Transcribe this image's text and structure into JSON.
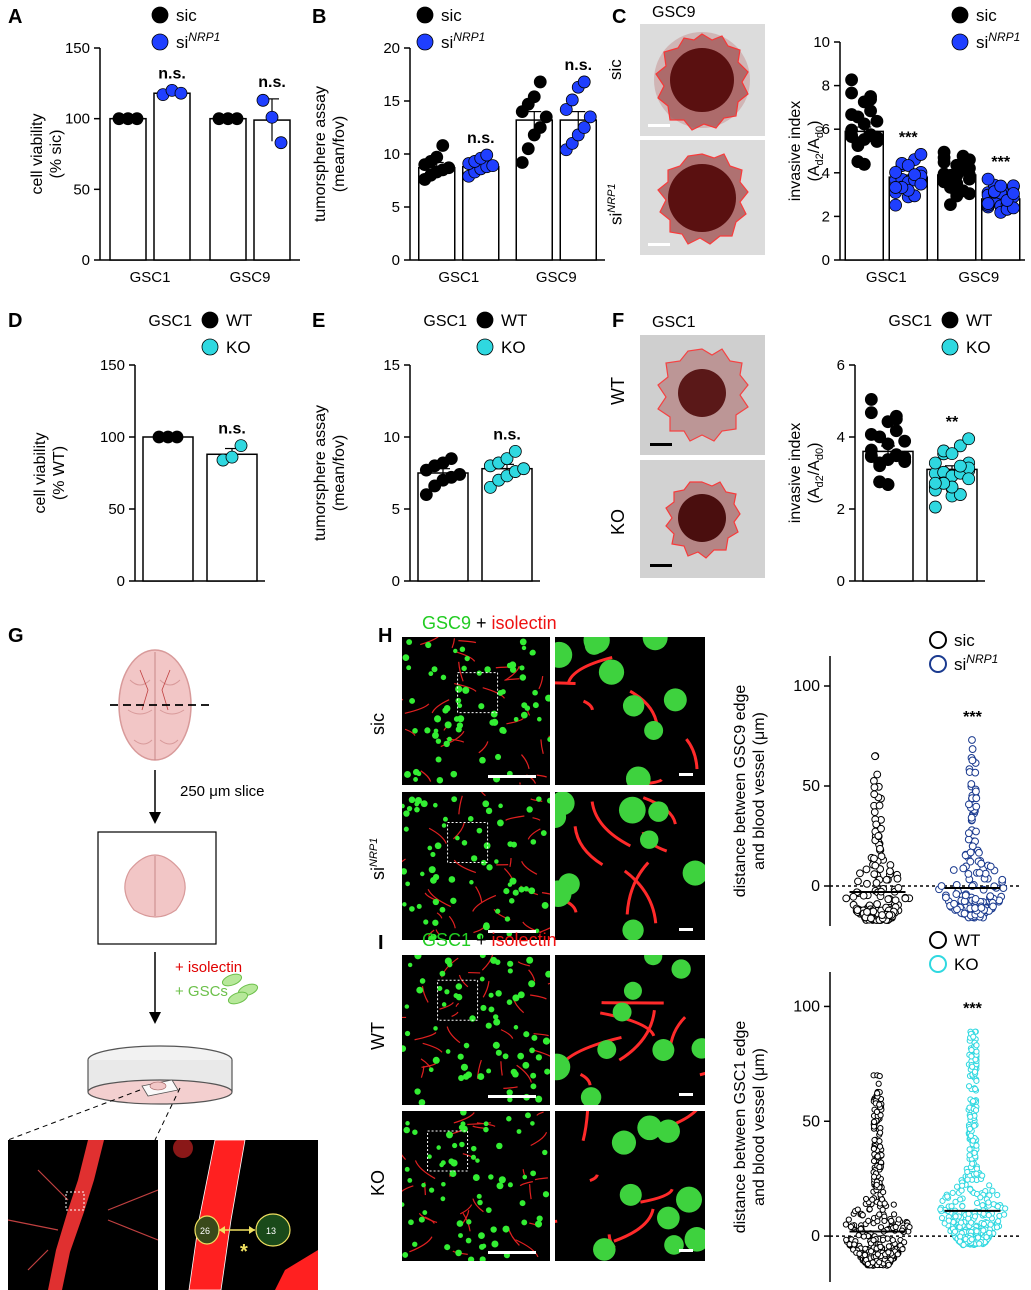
{
  "panels": {
    "A": {
      "letter": "A",
      "ylabel": "cell viability (% sic)",
      "ylabel_lines": [
        "cell viability",
        "(% sic)"
      ],
      "legend": [
        {
          "label": "sic",
          "color": "#000000"
        },
        {
          "label": "si",
          "sup": "NRP1",
          "color": "#1f3fff"
        }
      ],
      "chart_data": {
        "type": "bar",
        "ylim": [
          0,
          150
        ],
        "yticks": [
          0,
          50,
          100,
          150
        ],
        "categories": [
          "GSC1",
          "GSC9"
        ],
        "series": [
          {
            "name": "sic",
            "values": [
              100,
              100
            ],
            "err": [
              0,
              0
            ],
            "points": [
              [
                100,
                100,
                100
              ],
              [
                100,
                100,
                100
              ]
            ]
          },
          {
            "name": "siNRP1",
            "values": [
              118,
              99
            ],
            "err": [
              2,
              15
            ],
            "points": [
              [
                117,
                120,
                118
              ],
              [
                113,
                101,
                83
              ]
            ]
          }
        ],
        "annotations": [
          "n.s.",
          "n.s."
        ]
      }
    },
    "B": {
      "letter": "B",
      "ylabel_lines": [
        "tumorsphere assay",
        "(mean/fov)"
      ],
      "legend": [
        {
          "label": "sic",
          "color": "#000000"
        },
        {
          "label": "si",
          "sup": "NRP1",
          "color": "#1f3fff"
        }
      ],
      "chart_data": {
        "type": "bar",
        "ylim": [
          0,
          20
        ],
        "yticks": [
          0,
          5,
          10,
          15,
          20
        ],
        "categories": [
          "GSC1",
          "GSC9"
        ],
        "series": [
          {
            "name": "sic",
            "values": [
              8.7,
              13.2
            ],
            "err": [
              0.5,
              0.8
            ],
            "points": [
              [
                7.6,
                8.0,
                8.3,
                8.5,
                8.7,
                9.0,
                9.3,
                9.7,
                10.8
              ],
              [
                9.2,
                10.5,
                11.8,
                12.5,
                13.5,
                14.0,
                14.7,
                15.4,
                16.8
              ]
            ]
          },
          {
            "name": "siNRP1",
            "values": [
              8.8,
              13.2
            ],
            "err": [
              0.4,
              0.8
            ],
            "points": [
              [
                7.9,
                8.3,
                8.6,
                8.8,
                8.9,
                9.1,
                9.3,
                9.6,
                9.9
              ],
              [
                10.4,
                11.0,
                11.8,
                12.5,
                13.5,
                14.2,
                15.1,
                16.3,
                16.8
              ]
            ]
          }
        ],
        "annotations": [
          "n.s.",
          "n.s."
        ]
      }
    },
    "C": {
      "letter": "C",
      "image_title": "GSC9",
      "row_labels": [
        {
          "text": "sic"
        },
        {
          "text": "si",
          "sup": "NRP1"
        }
      ],
      "ylabel_lines": [
        "invasive index",
        "(Ad2/Ad0)"
      ],
      "legend": [
        {
          "label": "sic",
          "color": "#000000"
        },
        {
          "label": "si",
          "sup": "NRP1",
          "color": "#1f3fff"
        }
      ],
      "chart_data": {
        "type": "bar",
        "ylim": [
          0,
          10
        ],
        "yticks": [
          0,
          2,
          4,
          6,
          8,
          10
        ],
        "categories": [
          "GSC1",
          "GSC9"
        ],
        "series": [
          {
            "name": "sic",
            "values": [
              5.9,
              3.9
            ],
            "err": [
              0.2,
              0.25
            ]
          },
          {
            "name": "siNRP1",
            "values": [
              3.8,
              2.8
            ],
            "err": [
              0.1,
              0.15
            ]
          }
        ],
        "annotations": [
          "***",
          "***"
        ]
      }
    },
    "D": {
      "letter": "D",
      "ylabel_lines": [
        "cell viability",
        "(% WT)"
      ],
      "legend_title": "GSC1",
      "legend": [
        {
          "label": "WT",
          "color": "#000000"
        },
        {
          "label": "KO",
          "color": "#2fd8e0"
        }
      ],
      "chart_data": {
        "type": "bar",
        "ylim": [
          0,
          150
        ],
        "yticks": [
          0,
          50,
          100,
          150
        ],
        "categories": [
          ""
        ],
        "series": [
          {
            "name": "WT",
            "values": [
              100
            ],
            "err": [
              0
            ],
            "points": [
              [
                100,
                100,
                100
              ]
            ]
          },
          {
            "name": "KO",
            "values": [
              88
            ],
            "err": [
              4
            ],
            "points": [
              [
                84,
                86,
                94
              ]
            ]
          }
        ],
        "annotations": [
          "n.s."
        ]
      }
    },
    "E": {
      "letter": "E",
      "ylabel_lines": [
        "tumorsphere assay",
        "(mean/fov)"
      ],
      "legend_title": "GSC1",
      "legend": [
        {
          "label": "WT",
          "color": "#000000"
        },
        {
          "label": "KO",
          "color": "#2fd8e0"
        }
      ],
      "chart_data": {
        "type": "bar",
        "ylim": [
          0,
          15
        ],
        "yticks": [
          0,
          5,
          10,
          15
        ],
        "categories": [
          ""
        ],
        "series": [
          {
            "name": "WT",
            "values": [
              7.5
            ],
            "err": [
              0.3
            ],
            "points": [
              [
                6.0,
                6.6,
                7.0,
                7.2,
                7.4,
                7.7,
                8.0,
                8.2,
                8.5
              ]
            ]
          },
          {
            "name": "KO",
            "values": [
              7.8
            ],
            "err": [
              0.3
            ],
            "points": [
              [
                6.5,
                7.0,
                7.3,
                7.6,
                7.8,
                8.0,
                8.2,
                8.5,
                9.0
              ]
            ]
          }
        ],
        "annotations": [
          "n.s."
        ]
      }
    },
    "F": {
      "letter": "F",
      "image_title": "GSC1",
      "row_labels": [
        {
          "text": "WT"
        },
        {
          "text": "KO"
        }
      ],
      "ylabel_lines": [
        "invasive index",
        "(Ad2/Ad0)"
      ],
      "legend_title": "GSC1",
      "legend": [
        {
          "label": "WT",
          "color": "#000000"
        },
        {
          "label": "KO",
          "color": "#2fd8e0"
        }
      ],
      "chart_data": {
        "type": "bar",
        "ylim": [
          0,
          6
        ],
        "yticks": [
          0,
          2,
          4,
          6
        ],
        "categories": [
          ""
        ],
        "series": [
          {
            "name": "WT",
            "values": [
              3.6
            ],
            "err": [
              0.15
            ]
          },
          {
            "name": "KO",
            "values": [
              3.1
            ],
            "err": [
              0.1
            ]
          }
        ],
        "annotations": [
          "**"
        ]
      }
    },
    "G": {
      "letter": "G",
      "slice_label": "250 μm slice",
      "isolectin_label": "+ isolectin",
      "gscs_label": "+ GSCs",
      "nucleus_labels": [
        "26",
        "13"
      ],
      "star": "*"
    },
    "H": {
      "letter": "H",
      "title_green": "GSC9",
      "title_plus": " + ",
      "title_red": "isolectin",
      "row_labels": [
        {
          "text": "sic"
        },
        {
          "text": "si",
          "sup": "NRP1"
        }
      ],
      "ylabel_lines": [
        "distance between GSC9 edge",
        "and blood vessel (μm)"
      ],
      "legend": [
        {
          "label": "sic",
          "color": "#000000"
        },
        {
          "label": "si",
          "sup": "NRP1",
          "color": "#1a3a8f"
        }
      ],
      "chart_data": {
        "type": "scatter",
        "ylim": [
          -20,
          115
        ],
        "yticks": [
          0,
          50,
          100
        ],
        "categories": [
          "sic",
          "siNRP1"
        ],
        "series": [
          {
            "name": "sic",
            "median": -3,
            "max": 65
          },
          {
            "name": "siNRP1",
            "median": -1,
            "max": 73
          }
        ],
        "annotations": [
          "",
          "***"
        ]
      }
    },
    "I": {
      "letter": "I",
      "title_green": "GSC1",
      "title_plus": " + ",
      "title_red": "isolectin",
      "row_labels": [
        {
          "text": "WT"
        },
        {
          "text": "KO"
        }
      ],
      "ylabel_lines": [
        "distance between GSC1 edge",
        "and blood vessel (μm)"
      ],
      "legend": [
        {
          "label": "WT",
          "color": "#000000"
        },
        {
          "label": "KO",
          "color": "#2fd8e0"
        }
      ],
      "chart_data": {
        "type": "scatter",
        "ylim": [
          -20,
          115
        ],
        "yticks": [
          0,
          50,
          100
        ],
        "categories": [
          "WT",
          "KO"
        ],
        "series": [
          {
            "name": "WT",
            "median": 2,
            "max": 70
          },
          {
            "name": "KO",
            "median": 11,
            "max": 89
          }
        ],
        "annotations": [
          "",
          "***"
        ]
      }
    }
  }
}
